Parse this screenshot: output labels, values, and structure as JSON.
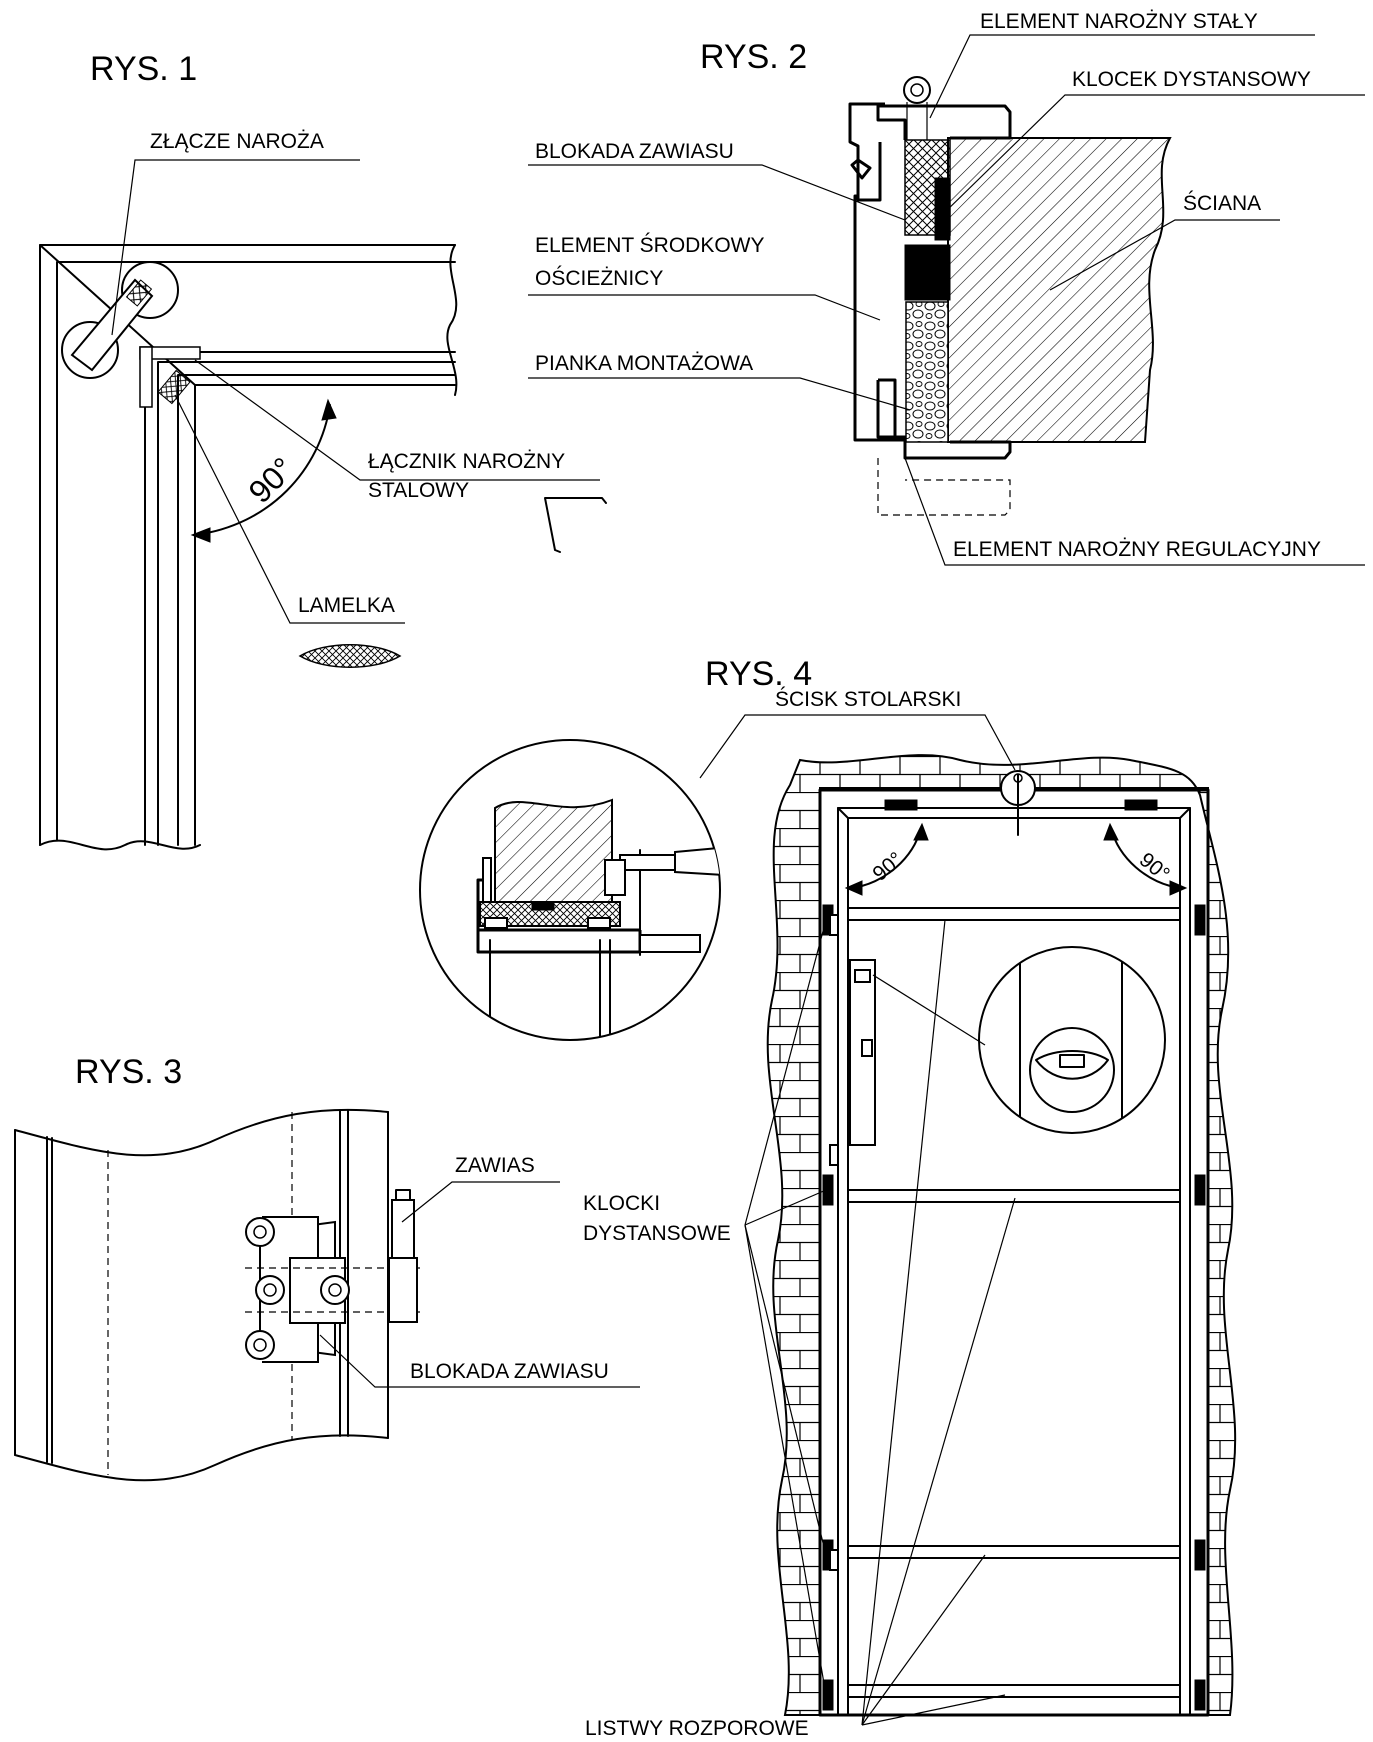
{
  "figures": {
    "rys1": {
      "title": "RYS. 1",
      "label_corner_joint": "ZŁĄCZE NAROŻA",
      "label_steel_connector_l1": "ŁĄCZNIK NAROŻNY",
      "label_steel_connector_l2": "STALOWY",
      "label_lamella": "LAMELKA",
      "angle": "90°"
    },
    "rys2": {
      "title": "RYS. 2",
      "label_fixed_corner": "ELEMENT NAROŻNY STAŁY",
      "label_spacer_block": "KLOCEK DYSTANSOWY",
      "label_hinge_lock": "BLOKADA ZAWIASU",
      "label_wall": "ŚCIANA",
      "label_middle_element_l1": "ELEMENT ŚRODKOWY",
      "label_middle_element_l2": "OŚCIEŻNICY",
      "label_foam": "PIANKA MONTAŻOWA",
      "label_adjustable_corner": "ELEMENT NAROŻNY REGULACYJNY"
    },
    "rys3": {
      "title": "RYS. 3",
      "label_hinge": "ZAWIAS",
      "label_hinge_lock": "BLOKADA ZAWIASU"
    },
    "rys4": {
      "title": "RYS. 4",
      "label_clamp": "ŚCISK STOLARSKI",
      "label_spacer_blocks_l1": "KLOCKI",
      "label_spacer_blocks_l2": "DYSTANSOWE",
      "label_spreader_bars": "LISTWY ROZPOROWE",
      "angle_left": "90°",
      "angle_right": "90°"
    }
  }
}
